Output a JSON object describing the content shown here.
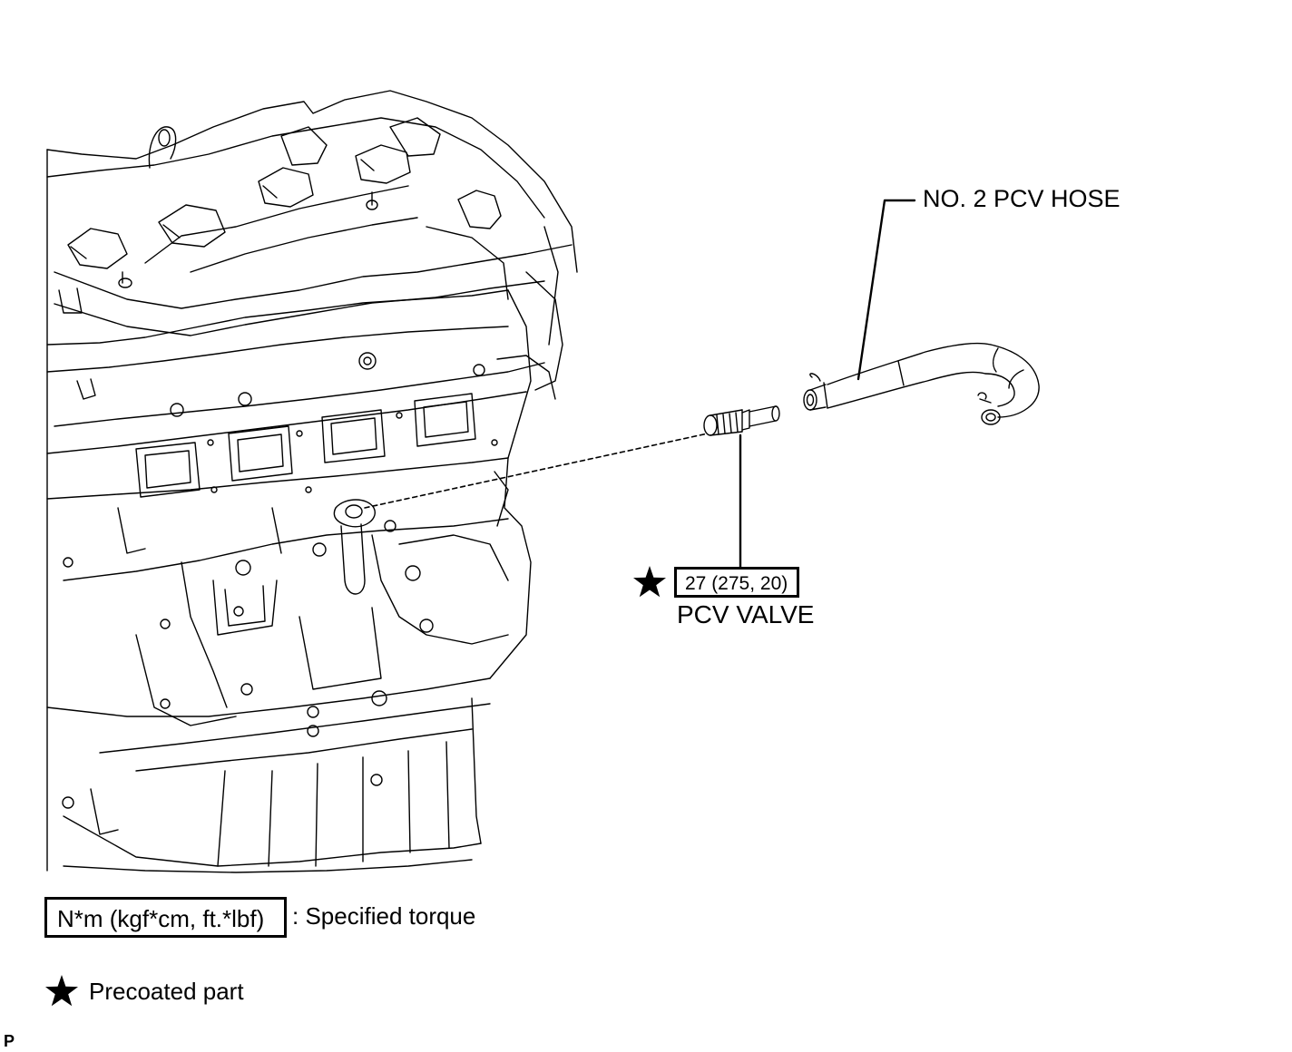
{
  "callouts": {
    "hose": "NO. 2 PCV HOSE",
    "valve_torque": "27 (275, 20)",
    "valve": "PCV VALVE"
  },
  "legend": {
    "torque_units": "N*m (kgf*cm, ft.*lbf)",
    "torque_desc": ": Specified torque",
    "precoat_desc": "Precoated part"
  },
  "corner_code": "P",
  "icons": [
    "engine-block-drawing",
    "pcv-hose-drawing",
    "pcv-valve-drawing",
    "star-icon"
  ]
}
